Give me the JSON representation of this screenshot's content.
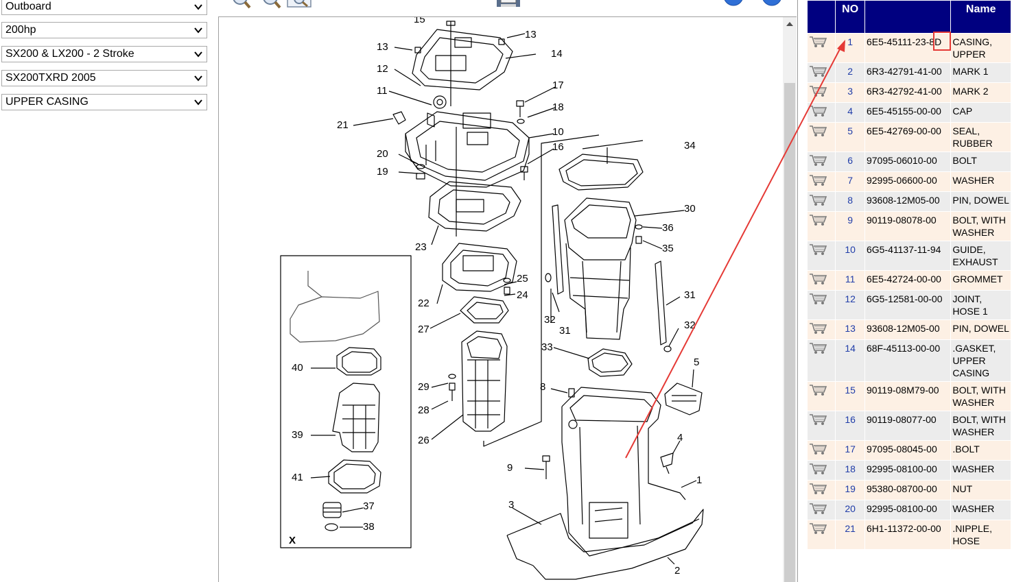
{
  "selectors": [
    {
      "value": "Outboard"
    },
    {
      "value": "200hp"
    },
    {
      "value": "SX200 & LX200 - 2 Stroke"
    },
    {
      "value": "SX200TXRD 2005"
    },
    {
      "value": "UPPER CASING"
    }
  ],
  "toolbar": {
    "icons": [
      "zoom-in-icon",
      "zoom-out-icon",
      "zoom-fit-icon",
      "print-icon",
      "nav-prev-icon",
      "nav-next-icon"
    ]
  },
  "diagram": {
    "callouts": [
      "1",
      "2",
      "3",
      "4",
      "5",
      "8",
      "9",
      "10",
      "11",
      "12",
      "13",
      "13",
      "14",
      "15",
      "16",
      "17",
      "18",
      "19",
      "20",
      "21",
      "22",
      "23",
      "24",
      "25",
      "26",
      "27",
      "28",
      "29",
      "30",
      "31",
      "31",
      "32",
      "32",
      "33",
      "34",
      "35",
      "36",
      "37",
      "38",
      "39",
      "40",
      "41",
      "X"
    ]
  },
  "table": {
    "headers": [
      "",
      "NO",
      "",
      "Name"
    ],
    "rows": [
      {
        "no": "1",
        "part": "6E5-45111-23-8D",
        "name": "CASING, UPPER"
      },
      {
        "no": "2",
        "part": "6R3-42791-41-00",
        "name": "MARK 1"
      },
      {
        "no": "3",
        "part": "6R3-42792-41-00",
        "name": "MARK 2"
      },
      {
        "no": "4",
        "part": "6E5-45155-00-00",
        "name": "CAP"
      },
      {
        "no": "5",
        "part": "6E5-42769-00-00",
        "name": "SEAL, RUBBER"
      },
      {
        "no": "6",
        "part": "97095-06010-00",
        "name": "BOLT"
      },
      {
        "no": "7",
        "part": "92995-06600-00",
        "name": "WASHER"
      },
      {
        "no": "8",
        "part": "93608-12M05-00",
        "name": "PIN, DOWEL"
      },
      {
        "no": "9",
        "part": "90119-08078-00",
        "name": "BOLT, WITH WASHER"
      },
      {
        "no": "10",
        "part": "6G5-41137-11-94",
        "name": "GUIDE, EXHAUST"
      },
      {
        "no": "11",
        "part": "6E5-42724-00-00",
        "name": "GROMMET"
      },
      {
        "no": "12",
        "part": "6G5-12581-00-00",
        "name": "JOINT, HOSE 1"
      },
      {
        "no": "13",
        "part": "93608-12M05-00",
        "name": "PIN, DOWEL"
      },
      {
        "no": "14",
        "part": "68F-45113-00-00",
        "name": ".GASKET, UPPER CASING"
      },
      {
        "no": "15",
        "part": "90119-08M79-00",
        "name": "BOLT, WITH WASHER"
      },
      {
        "no": "16",
        "part": "90119-08077-00",
        "name": "BOLT, WITH WASHER"
      },
      {
        "no": "17",
        "part": "97095-08045-00",
        "name": ".BOLT"
      },
      {
        "no": "18",
        "part": "92995-08100-00",
        "name": "WASHER"
      },
      {
        "no": "19",
        "part": "95380-08700-00",
        "name": "NUT"
      },
      {
        "no": "20",
        "part": "92995-08100-00",
        "name": "WASHER"
      },
      {
        "no": "21",
        "part": "6H1-11372-00-00",
        "name": ".NIPPLE, HOSE"
      }
    ]
  },
  "colors": {
    "header_bg": "#000080",
    "row_odd": "#fdf0e4",
    "row_even": "#ececec",
    "highlight": "#f7f1a2",
    "annotation": "#e53935",
    "link": "#1f3ca8"
  }
}
